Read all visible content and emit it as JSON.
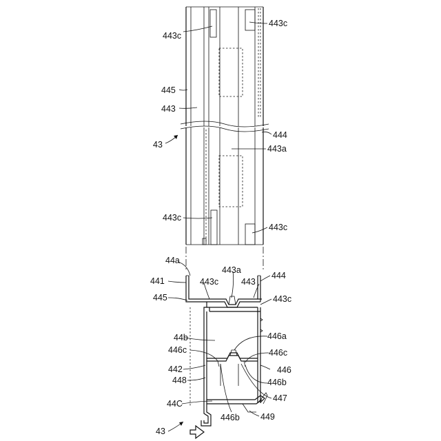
{
  "figure_number": "43",
  "callouts": [
    {
      "id": "top-443c-left",
      "text": "443c"
    },
    {
      "id": "top-443c-right",
      "text": "443c"
    },
    {
      "id": "top-445",
      "text": "445"
    },
    {
      "id": "top-443",
      "text": "443"
    },
    {
      "id": "top-444",
      "text": "444"
    },
    {
      "id": "top-443a",
      "text": "443a"
    },
    {
      "id": "mid-443c-left",
      "text": "443c"
    },
    {
      "id": "mid-443c-right",
      "text": "443c"
    },
    {
      "id": "sec-44a",
      "text": "44a"
    },
    {
      "id": "sec-443a",
      "text": "443a"
    },
    {
      "id": "sec-441",
      "text": "441"
    },
    {
      "id": "sec-443c-a",
      "text": "443c"
    },
    {
      "id": "sec-443",
      "text": "443"
    },
    {
      "id": "sec-444",
      "text": "444"
    },
    {
      "id": "sec-445",
      "text": "445"
    },
    {
      "id": "sec-443c-b",
      "text": "443c"
    },
    {
      "id": "sec-446a",
      "text": "446a"
    },
    {
      "id": "sec-44b",
      "text": "44b"
    },
    {
      "id": "sec-446c-left",
      "text": "446c"
    },
    {
      "id": "sec-446c-right",
      "text": "446c"
    },
    {
      "id": "sec-442",
      "text": "442"
    },
    {
      "id": "sec-446",
      "text": "446"
    },
    {
      "id": "sec-448",
      "text": "448"
    },
    {
      "id": "sec-446b-right",
      "text": "446b"
    },
    {
      "id": "sec-447",
      "text": "447"
    },
    {
      "id": "sec-44c",
      "text": "44C"
    },
    {
      "id": "sec-446b-bottom",
      "text": "446b"
    },
    {
      "id": "sec-449",
      "text": "449"
    }
  ]
}
